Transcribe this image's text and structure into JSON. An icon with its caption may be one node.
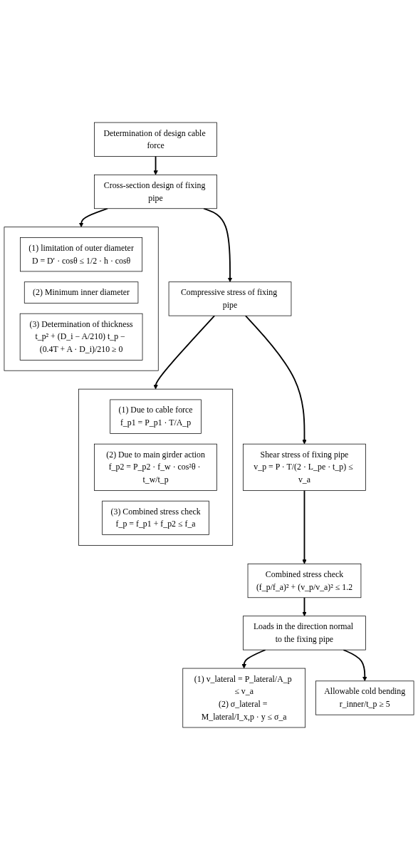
{
  "diagram": {
    "nodes": [
      {
        "text": [
          "Determination of design cable force"
        ]
      },
      {
        "text": [
          "Cross-section design of fixing pipe"
        ]
      },
      {
        "text": [],
        "shape": "box"
      },
      {
        "text": [
          "(1) limitation of outer diameter",
          "D = D′ · cosθ ≤ 1/2 · h · cosθ"
        ],
        "in": 2
      },
      {
        "text": [
          "(2) Minimum inner diameter"
        ],
        "in": 2
      },
      {
        "text": [
          "(3) Determination of thickness",
          "t_p² + (D_i − A/210) t_p − (0.4T + A · D_i)/210 ≥ 0"
        ],
        "in": 2
      },
      {
        "text": [
          "Compressive stress of fixing pipe"
        ]
      },
      {
        "text": [],
        "shape": "box"
      },
      {
        "text": [
          "(1) Due to cable force",
          "f_p1 = P_p1 · T/A_p"
        ],
        "in": 7
      },
      {
        "text": [
          "(2) Due to main girder action",
          "f_p2 = P_p2 · f_w · cos²θ · t_w/t_p"
        ],
        "in": 7
      },
      {
        "text": [
          "(3) Combined stress check",
          "f_p = f_p1 + f_p2 ≤ f_a"
        ],
        "in": 7
      },
      {
        "text": [
          "Shear stress of fixing pipe",
          "v_p = P · T/(2 · L_pe · t_p) ≤ v_a"
        ]
      },
      {
        "text": [
          "Combined stress check",
          "(f_p/f_a)² + (v_p/v_a)² ≤ 1.2"
        ]
      },
      {
        "text": [
          "Loads in the direction normal to the fixing pipe"
        ]
      },
      {
        "text": [
          "(1) v_lateral = P_lateral/A_p ≤ v_a",
          "(2) σ_lateral = M_lateral/I_x,p · y ≤ σ_a"
        ]
      },
      {
        "text": [
          "Allowable cold bending",
          "r_inner/t_p ≥ 5"
        ]
      }
    ],
    "edges": [
      {
        "from": 0,
        "to": 1,
        "arrow": "to"
      },
      {
        "from": 1,
        "to": 2,
        "arrow": "to"
      },
      {
        "from": 1,
        "to": 6,
        "arrow": "to"
      },
      {
        "from": 6,
        "to": 7,
        "arrow": "to"
      },
      {
        "from": 6,
        "to": 11,
        "arrow": "to"
      },
      {
        "from": 11,
        "to": 12,
        "arrow": "to"
      },
      {
        "from": 12,
        "to": 13,
        "arrow": "to"
      },
      {
        "from": 13,
        "to": 14,
        "arrow": "to"
      },
      {
        "from": 13,
        "to": 15,
        "arrow": "to"
      }
    ]
  }
}
